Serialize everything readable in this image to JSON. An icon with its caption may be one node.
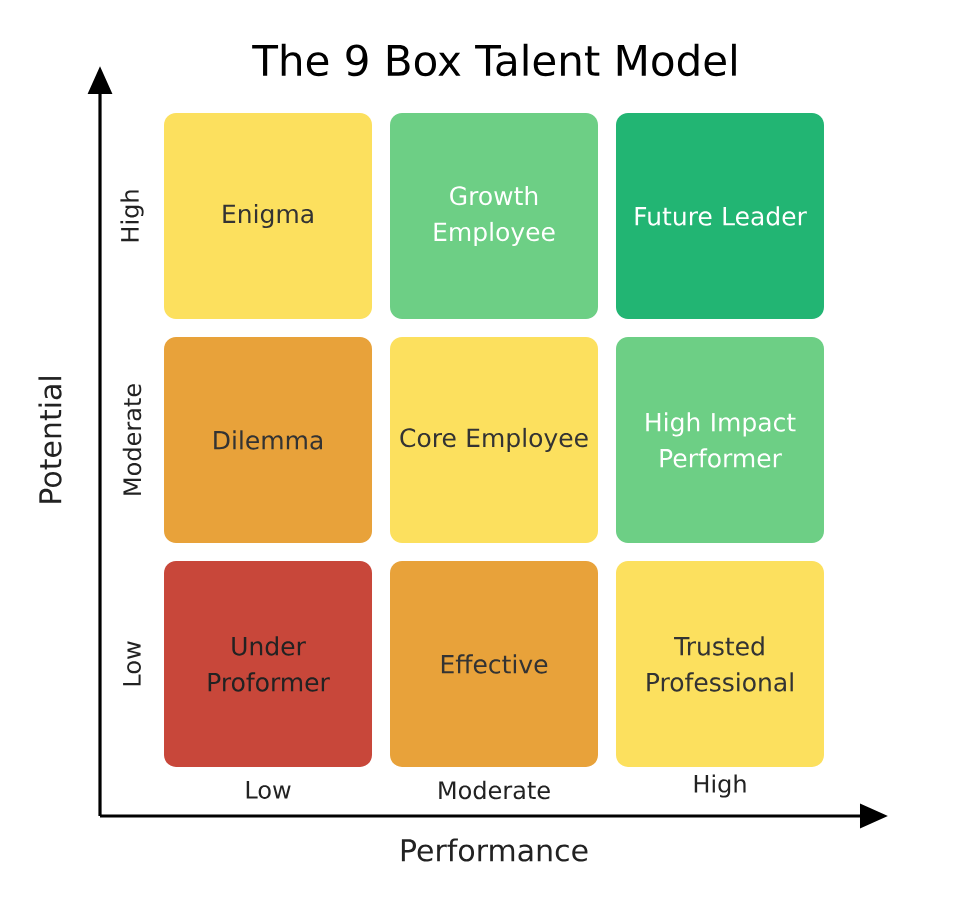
{
  "diagram": {
    "title": "The 9 Box Talent Model",
    "nodes": [
      {
        "text": [
          "Enigma"
        ]
      },
      {
        "text": [
          "Growth Employee"
        ]
      },
      {
        "text": [
          "Future Leader"
        ]
      },
      {
        "text": [
          "Dilemma"
        ]
      },
      {
        "text": [
          "Core Employee"
        ]
      },
      {
        "text": [
          "High Impact Performer"
        ]
      },
      {
        "text": [
          "Under Proformer"
        ]
      },
      {
        "text": [
          "Effective"
        ]
      },
      {
        "text": [
          "Trusted Professional"
        ]
      }
    ],
    "labels": [
      "High",
      "Moderate",
      "Low",
      "Potential",
      "Low",
      "Moderate",
      "High",
      "Performance"
    ]
  }
}
